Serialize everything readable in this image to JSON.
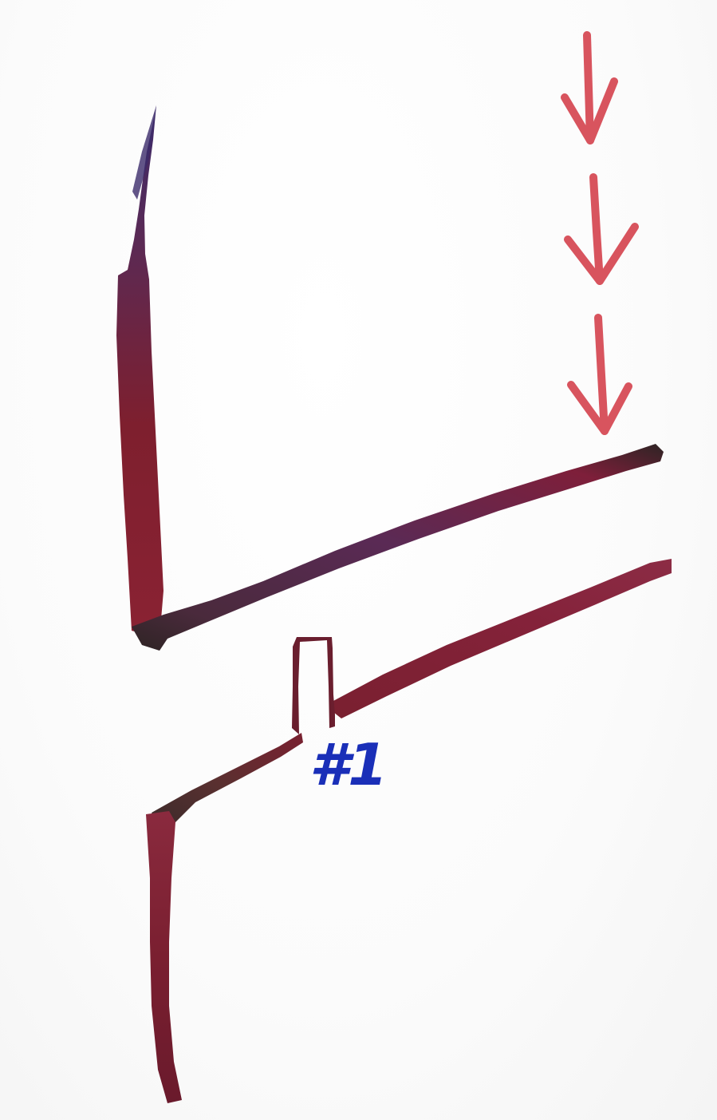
{
  "label": {
    "text": "#1",
    "color": "#1a2fb8"
  },
  "colors": {
    "wall": "#7e1f2e",
    "wall_dark": "#3a1f25",
    "wall_purple": "#5a2a55",
    "arrow": "#d8545e"
  },
  "arrows": {
    "count": 3,
    "direction": "down",
    "icon": "down-arrow-icon"
  }
}
